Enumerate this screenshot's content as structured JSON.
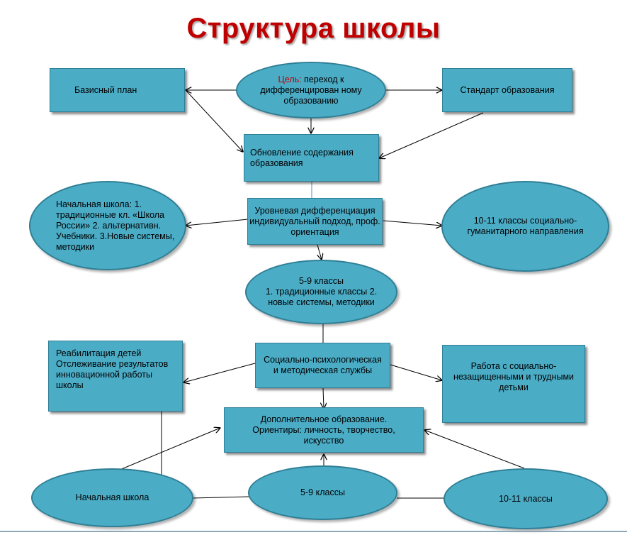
{
  "title": "Структура школы",
  "nodes": {
    "goal": {
      "label": "Цель:",
      "text": " переход к дифференцирован ному образованию"
    },
    "basis_plan": "Базисный план",
    "standard": "Стандарт образования",
    "update_content": "Обновление содержания образования",
    "level_diff": "Уровневая дифференциация индивидуальный подход, проф. ориентация",
    "primary_detail": "Начальная школа: 1. традиционные кл. «Школа России» 2. альтернативн. Учебники. 3.Новые системы, методики",
    "senior_detail": "10-11  классы социально-гуманитарного направления",
    "middle_detail": "5-9 классы\n1. традиционные классы 2. новые системы, методики",
    "services": "Социально-психологическая и методическая службы",
    "rehab": "Реабилитация детей Отслеживание результатов инновационной работы школы",
    "social_work": "Работа с социально-незащищенными и трудными детьми",
    "extra_edu": "Дополнительное образование. Ориентиры: личность, творчество, искусство",
    "primary": "Начальная школа",
    "middle": "5-9 классы",
    "senior": "10-11  классы"
  },
  "colors": {
    "node_fill": "#4bacc6",
    "node_border": "#2f7f95",
    "title": "#c00000",
    "goal_label": "#c00000",
    "lines": "#000000"
  }
}
